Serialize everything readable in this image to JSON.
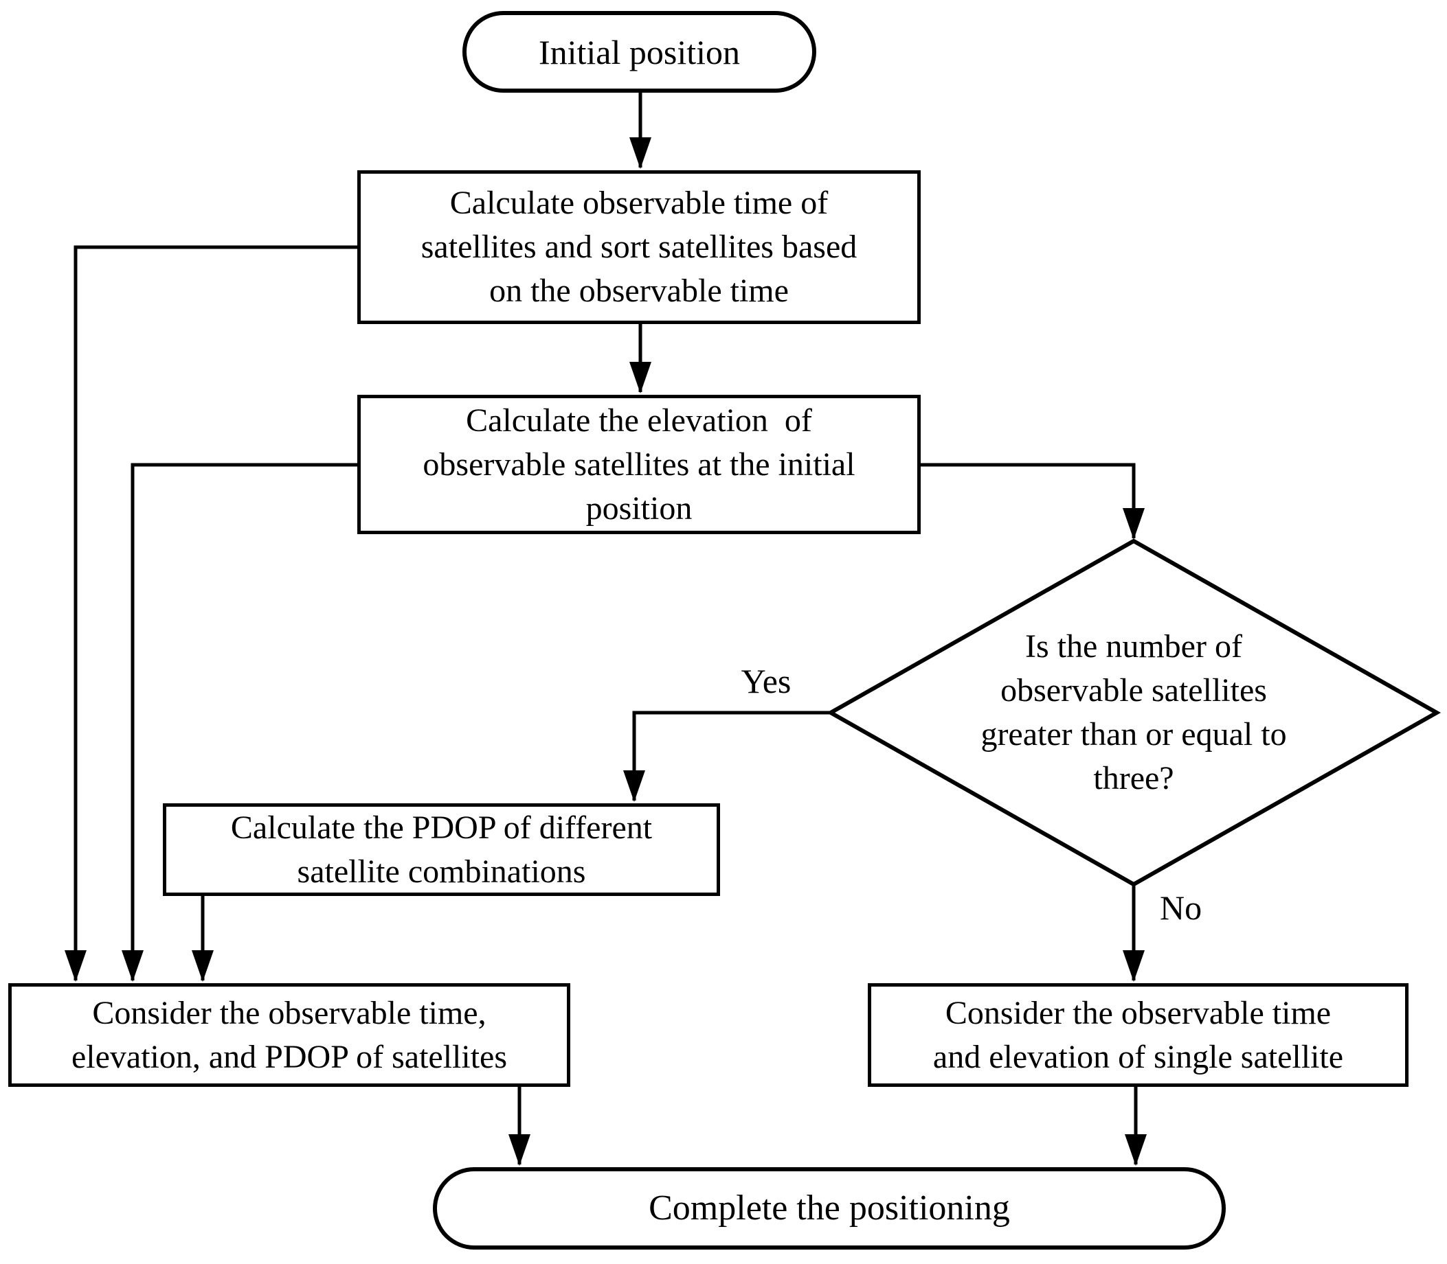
{
  "figure": {
    "background_color": "#ffffff",
    "line_color": "#000000",
    "text_color": "#000000"
  },
  "nodes": {
    "start": {
      "type": "terminator",
      "label": "Initial position"
    },
    "calc_time": {
      "type": "process",
      "lines": [
        "Calculate observable time of",
        "satellites and sort satellites based",
        "on the observable time"
      ]
    },
    "calc_elevation": {
      "type": "process",
      "lines": [
        "Calculate the elevation  of",
        "observable satellites at the initial",
        "position"
      ]
    },
    "decision": {
      "type": "decision",
      "lines": [
        "Is the number of",
        "observable satellites",
        "greater than or equal to",
        "three?"
      ]
    },
    "calc_pdop": {
      "type": "process",
      "lines": [
        "Calculate the PDOP of different",
        "satellite combinations"
      ]
    },
    "consider_all": {
      "type": "process",
      "lines": [
        "Consider the observable time,",
        "elevation, and PDOP of satellites"
      ]
    },
    "consider_single": {
      "type": "process",
      "lines": [
        "Consider the observable time",
        "and elevation of single satellite"
      ]
    },
    "end": {
      "type": "terminator",
      "label": "Complete the positioning"
    }
  },
  "labels": {
    "yes": "Yes",
    "no": "No"
  },
  "edges": [
    {
      "from": "start",
      "to": "calc_time",
      "label": ""
    },
    {
      "from": "calc_time",
      "to": "calc_elevation",
      "label": ""
    },
    {
      "from": "calc_elevation",
      "to": "decision",
      "label": ""
    },
    {
      "from": "decision",
      "to": "calc_pdop",
      "label": "Yes"
    },
    {
      "from": "decision",
      "to": "consider_single",
      "label": "No"
    },
    {
      "from": "calc_pdop",
      "to": "consider_all",
      "label": ""
    },
    {
      "from": "calc_time",
      "to": "consider_all",
      "label": ""
    },
    {
      "from": "calc_elevation",
      "to": "consider_all",
      "label": ""
    },
    {
      "from": "consider_all",
      "to": "end",
      "label": ""
    },
    {
      "from": "consider_single",
      "to": "end",
      "label": ""
    }
  ]
}
